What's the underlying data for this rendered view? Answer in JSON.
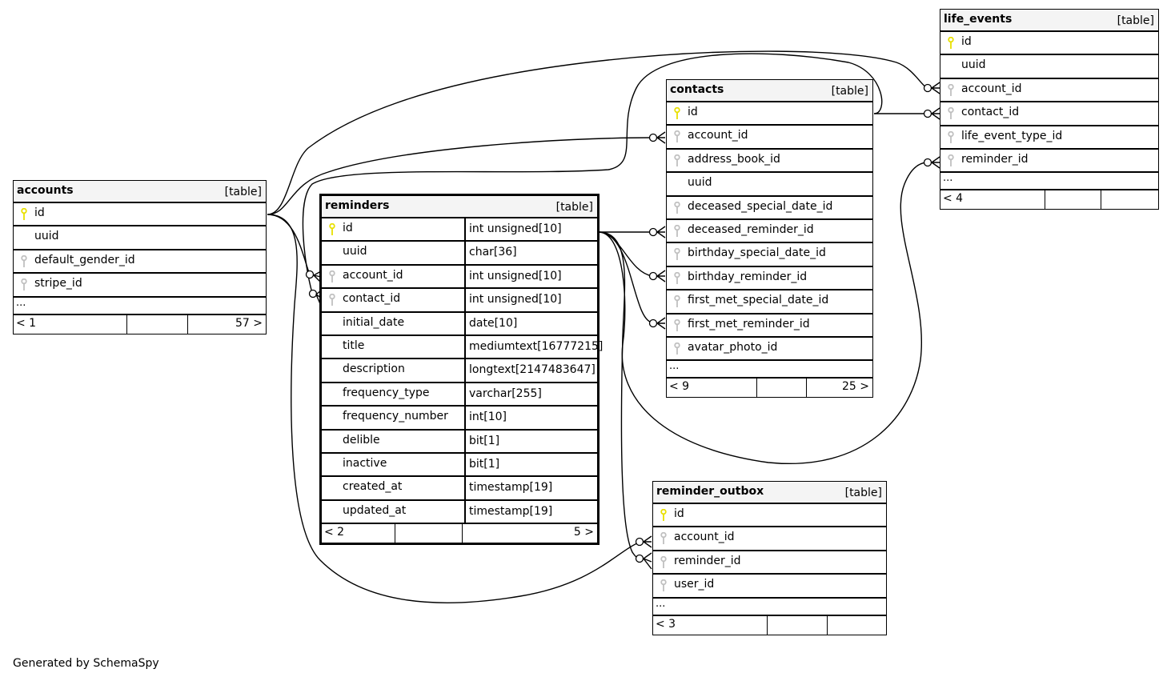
{
  "footer_text": "Generated by SchemaSpy",
  "colors": {
    "primary_key": "#e8e000",
    "foreign_key": "#c0c0c0",
    "header_bg": "#f4f4f4"
  },
  "tables": {
    "accounts": {
      "name": "accounts",
      "kind": "[table]",
      "columns": [
        {
          "name": "id",
          "key": "primary-key"
        },
        {
          "name": "uuid",
          "key": "none"
        },
        {
          "name": "default_gender_id",
          "key": "foreign-key"
        },
        {
          "name": "stripe_id",
          "key": "foreign-key"
        }
      ],
      "ellipsis": "...",
      "parents": "< 1",
      "children": "57 >"
    },
    "reminders": {
      "name": "reminders",
      "kind": "[table]",
      "columns": [
        {
          "name": "id",
          "type": "int unsigned[10]",
          "key": "primary-key"
        },
        {
          "name": "uuid",
          "type": "char[36]",
          "key": "none"
        },
        {
          "name": "account_id",
          "type": "int unsigned[10]",
          "key": "foreign-key"
        },
        {
          "name": "contact_id",
          "type": "int unsigned[10]",
          "key": "foreign-key"
        },
        {
          "name": "initial_date",
          "type": "date[10]",
          "key": "none"
        },
        {
          "name": "title",
          "type": "mediumtext[16777215]",
          "key": "none"
        },
        {
          "name": "description",
          "type": "longtext[2147483647]",
          "key": "none"
        },
        {
          "name": "frequency_type",
          "type": "varchar[255]",
          "key": "none"
        },
        {
          "name": "frequency_number",
          "type": "int[10]",
          "key": "none"
        },
        {
          "name": "delible",
          "type": "bit[1]",
          "key": "none"
        },
        {
          "name": "inactive",
          "type": "bit[1]",
          "key": "none"
        },
        {
          "name": "created_at",
          "type": "timestamp[19]",
          "key": "none"
        },
        {
          "name": "updated_at",
          "type": "timestamp[19]",
          "key": "none"
        }
      ],
      "parents": "< 2",
      "children": "5 >"
    },
    "contacts": {
      "name": "contacts",
      "kind": "[table]",
      "columns": [
        {
          "name": "id",
          "key": "primary-key"
        },
        {
          "name": "account_id",
          "key": "foreign-key"
        },
        {
          "name": "address_book_id",
          "key": "foreign-key"
        },
        {
          "name": "uuid",
          "key": "none"
        },
        {
          "name": "deceased_special_date_id",
          "key": "foreign-key"
        },
        {
          "name": "deceased_reminder_id",
          "key": "foreign-key"
        },
        {
          "name": "birthday_special_date_id",
          "key": "foreign-key"
        },
        {
          "name": "birthday_reminder_id",
          "key": "foreign-key"
        },
        {
          "name": "first_met_special_date_id",
          "key": "foreign-key"
        },
        {
          "name": "first_met_reminder_id",
          "key": "foreign-key"
        },
        {
          "name": "avatar_photo_id",
          "key": "foreign-key"
        }
      ],
      "ellipsis": "...",
      "parents": "< 9",
      "children": "25 >"
    },
    "life_events": {
      "name": "life_events",
      "kind": "[table]",
      "columns": [
        {
          "name": "id",
          "key": "primary-key"
        },
        {
          "name": "uuid",
          "key": "none"
        },
        {
          "name": "account_id",
          "key": "foreign-key"
        },
        {
          "name": "contact_id",
          "key": "foreign-key"
        },
        {
          "name": "life_event_type_id",
          "key": "foreign-key"
        },
        {
          "name": "reminder_id",
          "key": "foreign-key"
        }
      ],
      "ellipsis": "...",
      "parents": "< 4",
      "children": ""
    },
    "reminder_outbox": {
      "name": "reminder_outbox",
      "kind": "[table]",
      "columns": [
        {
          "name": "id",
          "key": "primary-key"
        },
        {
          "name": "account_id",
          "key": "foreign-key"
        },
        {
          "name": "reminder_id",
          "key": "foreign-key"
        },
        {
          "name": "user_id",
          "key": "foreign-key"
        }
      ],
      "ellipsis": "...",
      "parents": "< 3",
      "children": ""
    }
  },
  "relationships": [
    {
      "from": "accounts.id",
      "to": "reminders.account_id"
    },
    {
      "from": "accounts.id",
      "to": "contacts.account_id"
    },
    {
      "from": "accounts.id",
      "to": "life_events.account_id"
    },
    {
      "from": "accounts.id",
      "to": "reminder_outbox.account_id"
    },
    {
      "from": "contacts.id",
      "to": "reminders.contact_id"
    },
    {
      "from": "contacts.id",
      "to": "life_events.contact_id"
    },
    {
      "from": "reminders.id",
      "to": "contacts.deceased_reminder_id"
    },
    {
      "from": "reminders.id",
      "to": "contacts.birthday_reminder_id"
    },
    {
      "from": "reminders.id",
      "to": "contacts.first_met_reminder_id"
    },
    {
      "from": "reminders.id",
      "to": "life_events.reminder_id"
    },
    {
      "from": "reminders.id",
      "to": "reminder_outbox.reminder_id"
    }
  ]
}
